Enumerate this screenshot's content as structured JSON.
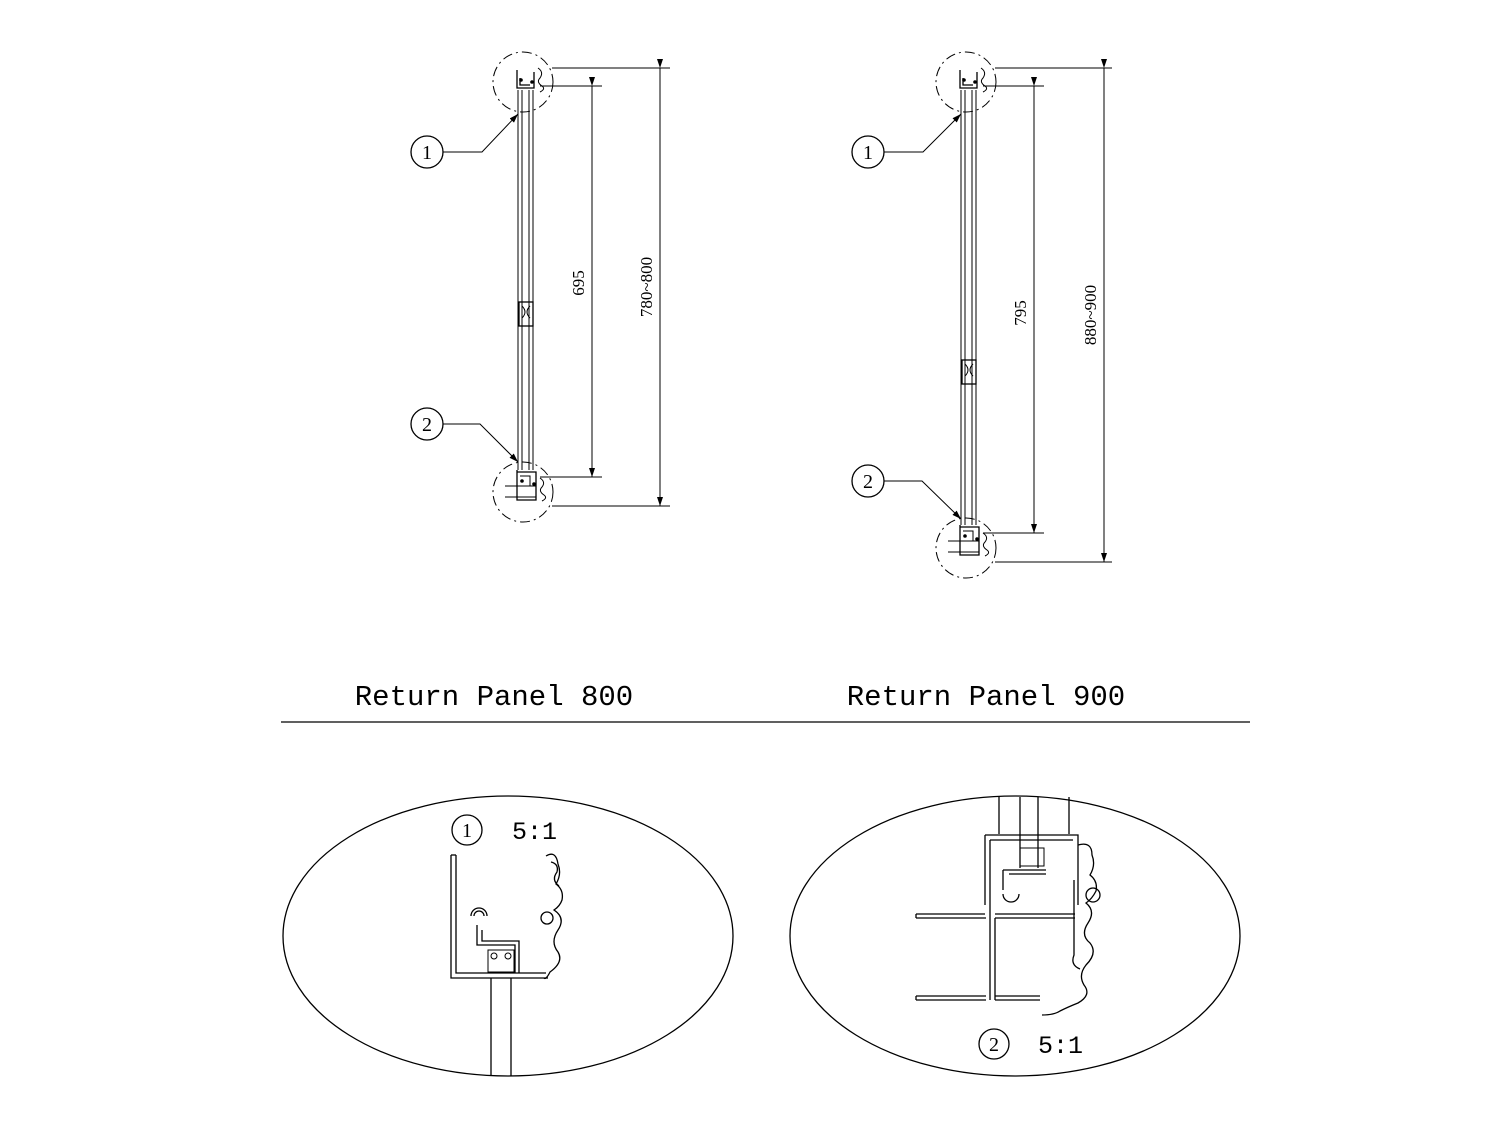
{
  "panels": [
    {
      "title": "Return Panel 800",
      "inner_dimension": "695",
      "outer_dimension": "780~800",
      "callouts": [
        "1",
        "2"
      ]
    },
    {
      "title": "Return Panel 900",
      "inner_dimension": "795",
      "outer_dimension": "880~900",
      "callouts": [
        "1",
        "2"
      ]
    }
  ],
  "details": [
    {
      "marker": "1",
      "scale": "5:1"
    },
    {
      "marker": "2",
      "scale": "5:1"
    }
  ],
  "colors": {
    "line": "#000000",
    "background": "#ffffff"
  }
}
